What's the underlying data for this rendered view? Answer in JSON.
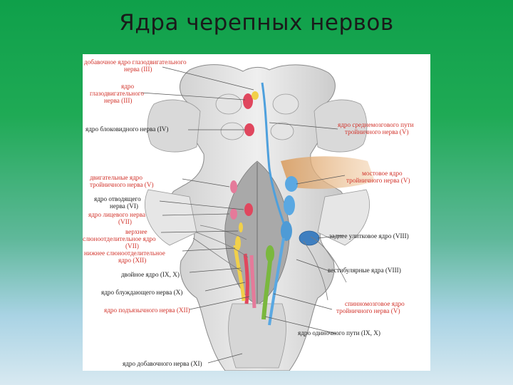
{
  "slide": {
    "title": "Ядра черепных нервов"
  },
  "colors": {
    "motor_red": "#d2342c",
    "label_black": "#222222",
    "nucleus_pink": "#e57a9a",
    "nucleus_red": "#e0475e",
    "sensory_blue": "#4ea0dd",
    "nucleus_yellow": "#f1d04a",
    "nucleus_green": "#7ab83e",
    "pontine_orange": "#e0b07a"
  },
  "figure": {
    "labels_left": {
      "accessory_oculomotor_1": "добавочное ядро глазодвигательного",
      "accessory_oculomotor_2": "нерва (III)",
      "oculomotor_1": "ядро",
      "oculomotor_2": "глазодвигательного",
      "oculomotor_3": "нерва (III)",
      "trochlear": "ядро блоковидного нерва (IV)",
      "trigeminal_motor_1": "двигательные ядро",
      "trigeminal_motor_2": "тройничного нерва (V)",
      "abducens_1": "ядро отводящего",
      "abducens_2": "нерва (VI)",
      "facial_1": "ядро лицевого нерва",
      "facial_2": "(VII)",
      "superior_salivatory_1": "верхнее",
      "superior_salivatory_2": "слюноотделительное ядро",
      "superior_salivatory_3": "(VII)",
      "inferior_salivatory_1": "нижнее слюноотделительное",
      "inferior_salivatory_2": "ядро (XII)",
      "ambiguus": "двойное ядро (IX, X)",
      "vagus": "ядро блуждающего нерва (X)",
      "hypoglossal": "ядро подъязычного нерва (XII)",
      "accessory": "ядро добавочного нерва (XI)"
    },
    "labels_right": {
      "mesencephalic_1": "ядро среднемозгового пути",
      "mesencephalic_2": "тройничного нерва (V)",
      "pontine_1": "мостовое ядро",
      "pontine_2": "тройничного нерва (V)",
      "cochlear": "заднее улитковое ядро (VIII)",
      "vestibular": "вестибулярные ядра (VIII)",
      "spinal_trigeminal_1": "спинномозговое ядро",
      "spinal_trigeminal_2": "тройничного нерва (V)",
      "solitary": "ядро одиночного пути (IX, X)"
    }
  }
}
